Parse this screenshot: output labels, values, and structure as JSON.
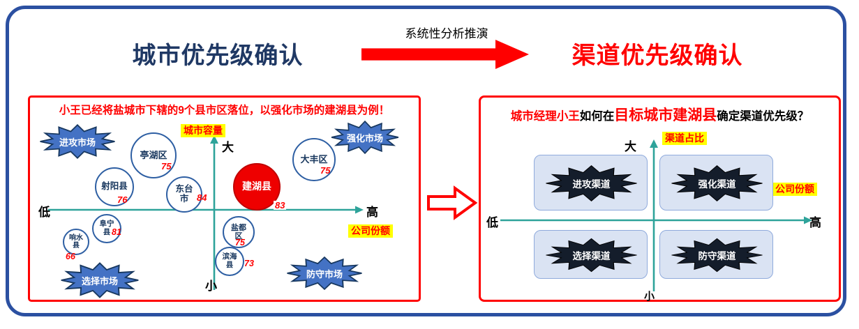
{
  "header": {
    "left_title": "城市优先级确认",
    "flow_label": "系统性分析推演",
    "right_title": "渠道优先级确认"
  },
  "left_panel": {
    "title": "小王已经将盐城市下辖的9个县市区落位，以强化市场的建湖县为例！",
    "y_axis": {
      "label": "城市容量",
      "top": "大",
      "bottom": "小"
    },
    "x_axis": {
      "label": "公司份额",
      "left": "低",
      "right": "高"
    },
    "quadrant_labels": {
      "top_left": "进攻市场",
      "top_right": "强化市场",
      "bottom_left": "选择市场",
      "bottom_right": "防守市场"
    },
    "bubbles": [
      {
        "name": "亭湖区",
        "value": "75"
      },
      {
        "name": "大丰区",
        "value": "75"
      },
      {
        "name": "射阳县",
        "value": "76"
      },
      {
        "name": "东台市",
        "value": "84"
      },
      {
        "name": "建湖县",
        "value": "83"
      },
      {
        "name": "阜宁县",
        "value": "81"
      },
      {
        "name": "响水县",
        "value": "66"
      },
      {
        "name": "盐都区",
        "value": "75"
      },
      {
        "name": "滨海县",
        "value": "73"
      }
    ]
  },
  "right_panel": {
    "title": {
      "part1": "城市经理小王",
      "part2": "如何在",
      "part3": "目标城市建湖县",
      "part4": "确定渠道优先级？"
    },
    "y_axis": {
      "label": "渠道占比",
      "top": "大",
      "bottom": "小"
    },
    "x_axis": {
      "label": "公司份额",
      "left": "低",
      "right": "高"
    },
    "channels": {
      "top_left": "进攻渠道",
      "top_right": "强化渠道",
      "bottom_left": "选择渠道",
      "bottom_right": "防守渠道"
    }
  },
  "colors": {
    "accent_red": "#FF0000",
    "navy": "#1F3864",
    "teal_axis": "#2EA39A",
    "highlight_yellow": "#FFFF00",
    "star_blue": "#4472C4",
    "star_dark": "#141D2B",
    "box_blue": "#DAE3F3"
  }
}
